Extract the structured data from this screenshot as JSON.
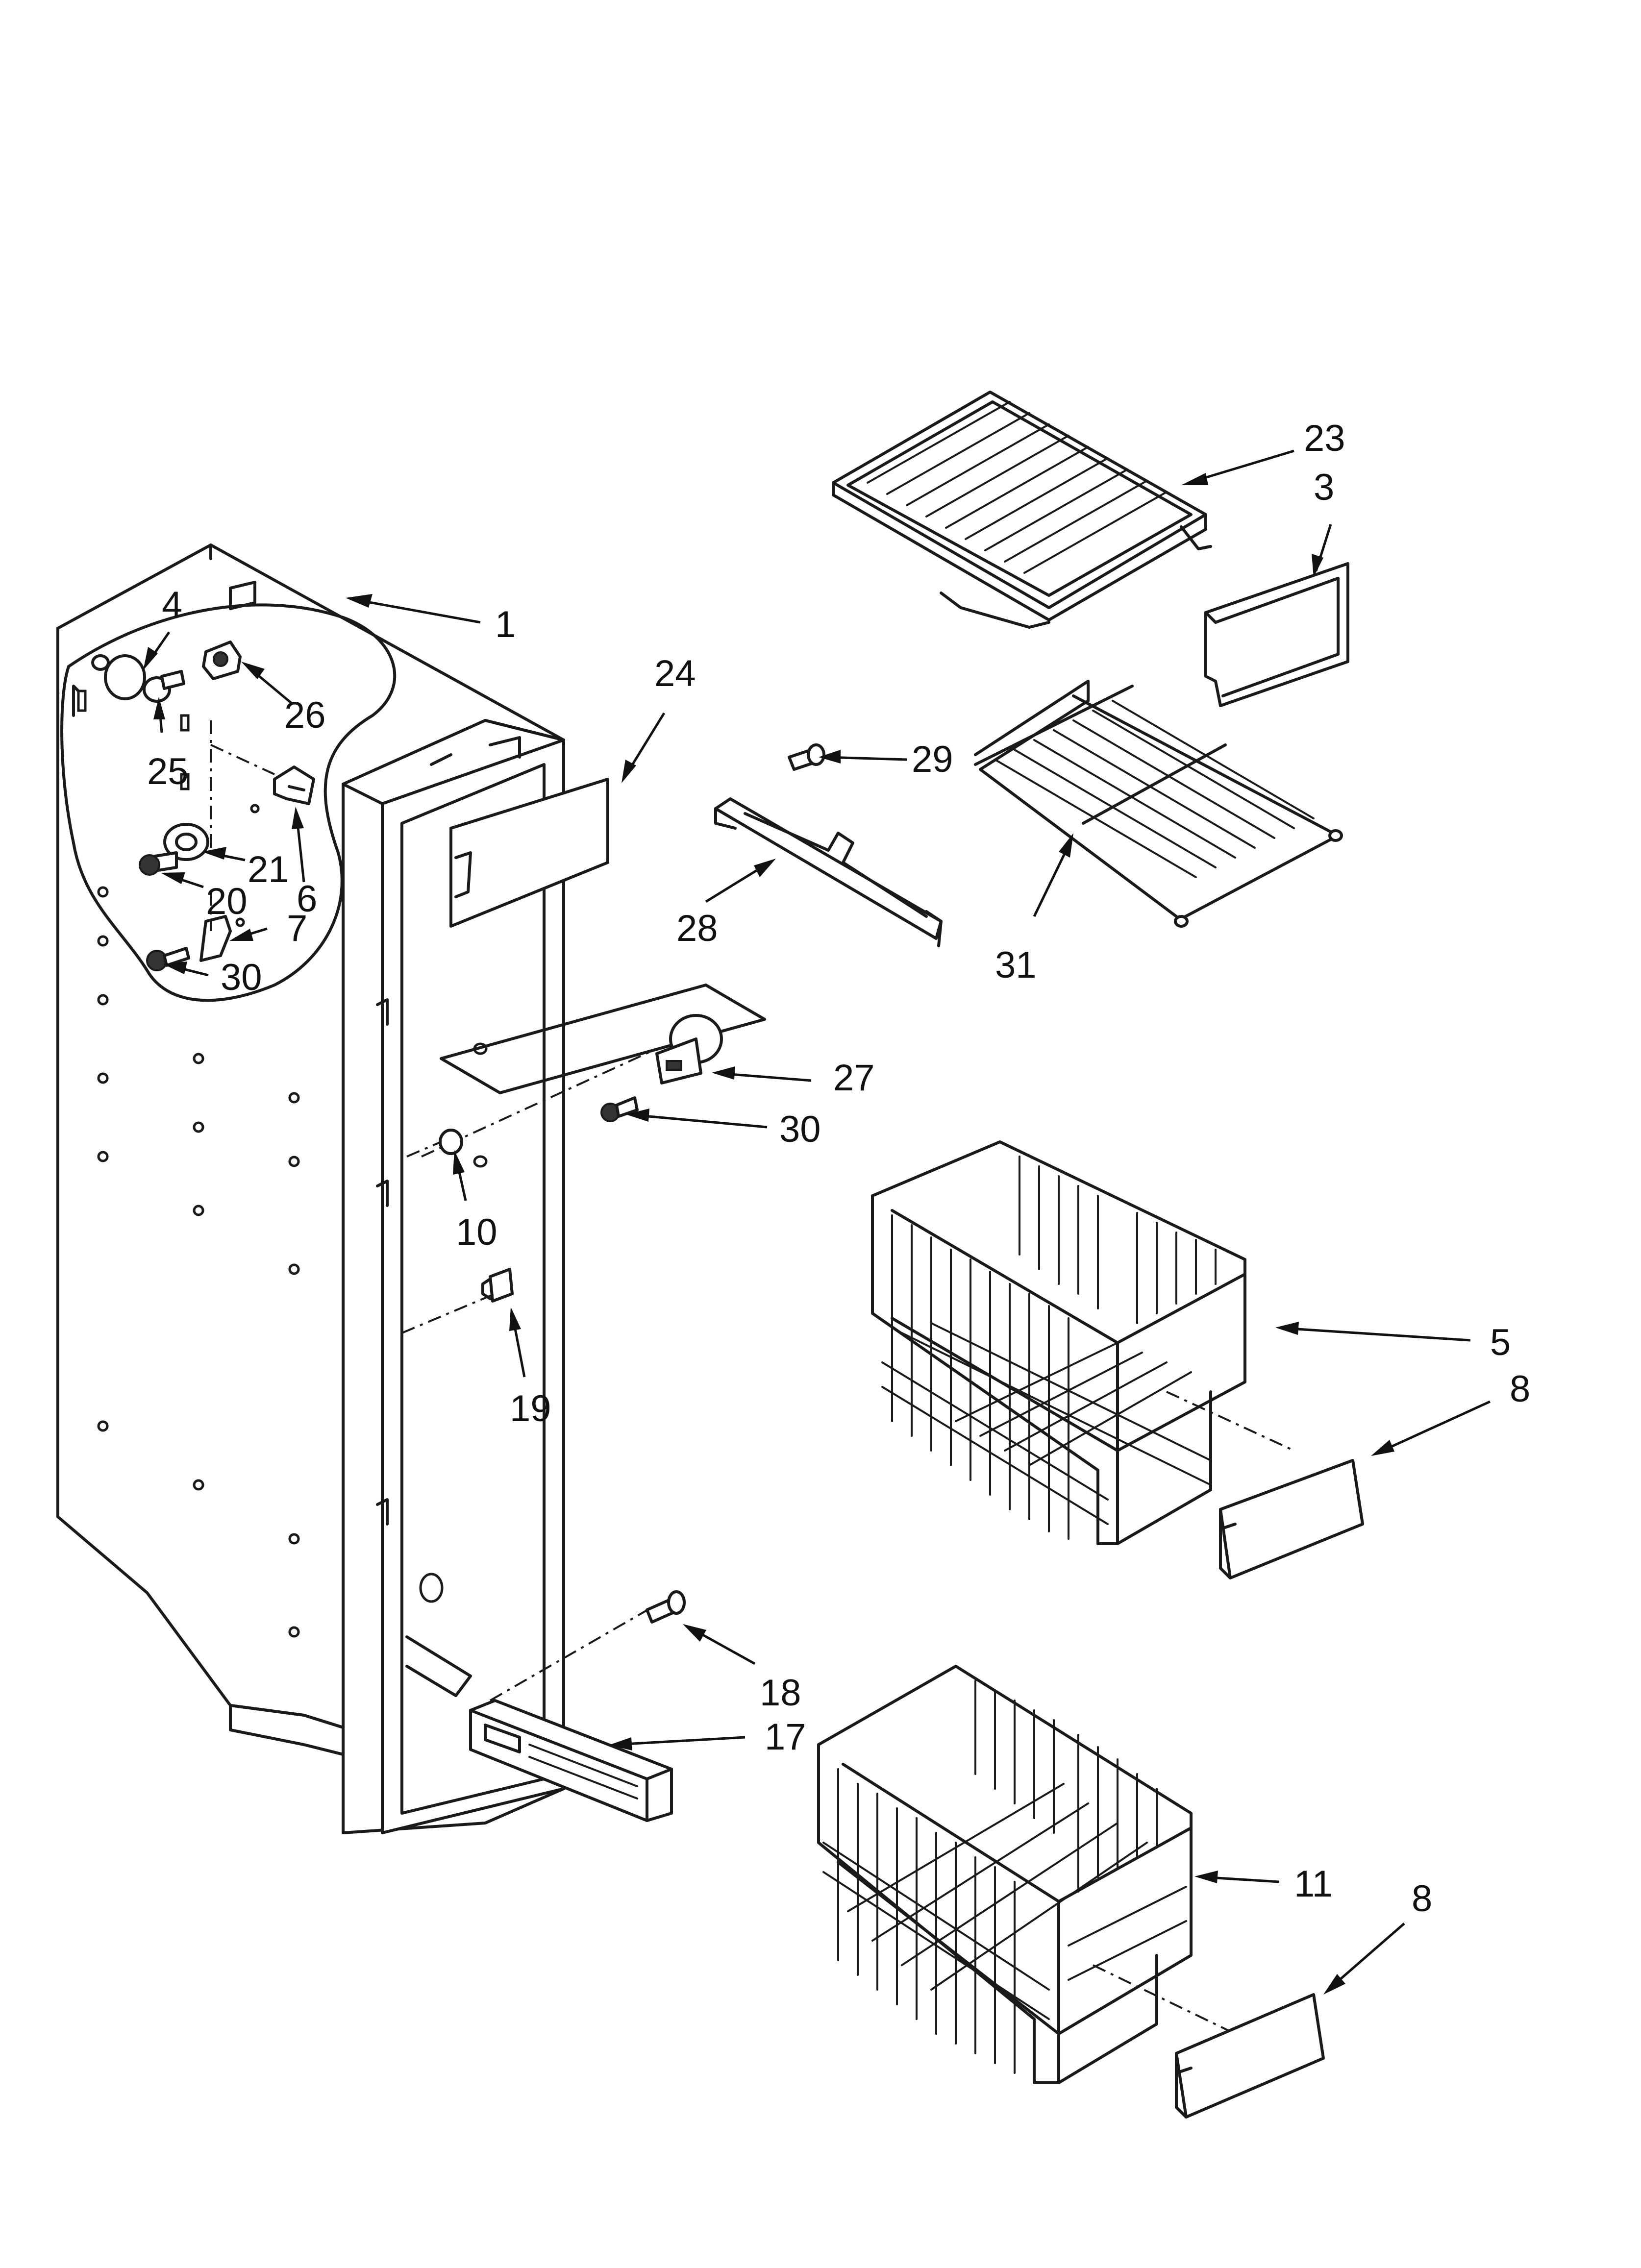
{
  "diagram": {
    "callouts": [
      {
        "id": "1",
        "label": "1"
      },
      {
        "id": "3",
        "label": "3"
      },
      {
        "id": "4",
        "label": "4"
      },
      {
        "id": "5",
        "label": "5"
      },
      {
        "id": "6",
        "label": "6"
      },
      {
        "id": "7",
        "label": "7"
      },
      {
        "id": "8a",
        "label": "8"
      },
      {
        "id": "8b",
        "label": "8"
      },
      {
        "id": "10",
        "label": "10"
      },
      {
        "id": "11",
        "label": "11"
      },
      {
        "id": "17",
        "label": "17"
      },
      {
        "id": "18",
        "label": "18"
      },
      {
        "id": "19",
        "label": "19"
      },
      {
        "id": "20",
        "label": "20"
      },
      {
        "id": "21",
        "label": "21"
      },
      {
        "id": "23",
        "label": "23"
      },
      {
        "id": "24",
        "label": "24"
      },
      {
        "id": "25",
        "label": "25"
      },
      {
        "id": "26",
        "label": "26"
      },
      {
        "id": "27",
        "label": "27"
      },
      {
        "id": "28",
        "label": "28"
      },
      {
        "id": "29",
        "label": "29"
      },
      {
        "id": "30a",
        "label": "30"
      },
      {
        "id": "30b",
        "label": "30"
      },
      {
        "id": "31",
        "label": "31"
      }
    ]
  }
}
